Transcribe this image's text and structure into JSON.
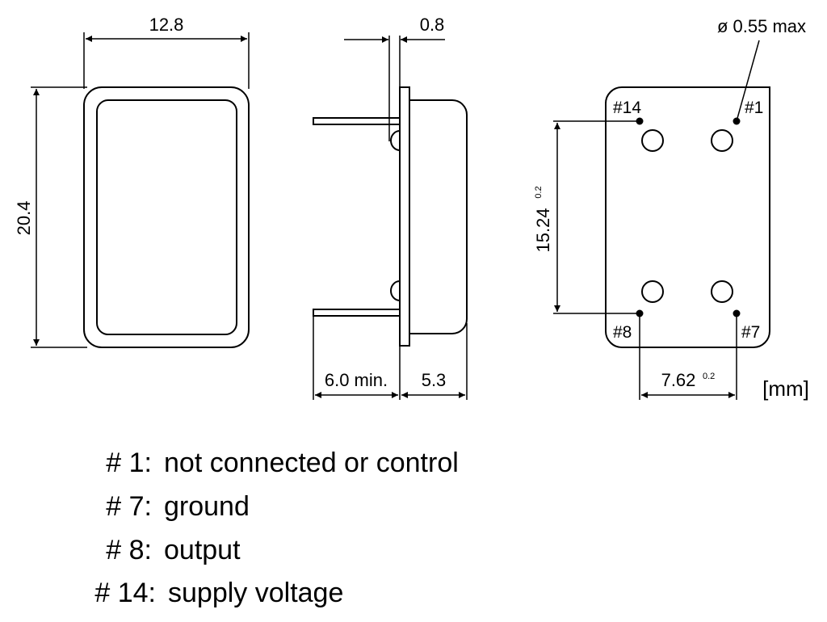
{
  "front_view": {
    "width_label": "12.8",
    "height_label": "20.4"
  },
  "side_view": {
    "lead_thickness_label": "0.8",
    "lead_length_label": "6.0 min.",
    "body_height_label": "5.3"
  },
  "pin_view": {
    "pin_diameter_label": "ø 0.55 max",
    "pin_labels": {
      "p14": "#14",
      "p1": "#1",
      "p8": "#8",
      "p7": "#7"
    },
    "vertical_pitch_label": "15.24",
    "vertical_pitch_tolerance": "0.2",
    "horizontal_pitch_label": "7.62",
    "horizontal_pitch_tolerance": "0.2",
    "unit_label": "[mm]"
  },
  "legend": [
    {
      "pin": "# 1:",
      "desc": "not connected or control"
    },
    {
      "pin": "# 7:",
      "desc": "ground"
    },
    {
      "pin": "# 8:",
      "desc": "output"
    },
    {
      "pin": "# 14:",
      "desc": "supply voltage"
    }
  ]
}
